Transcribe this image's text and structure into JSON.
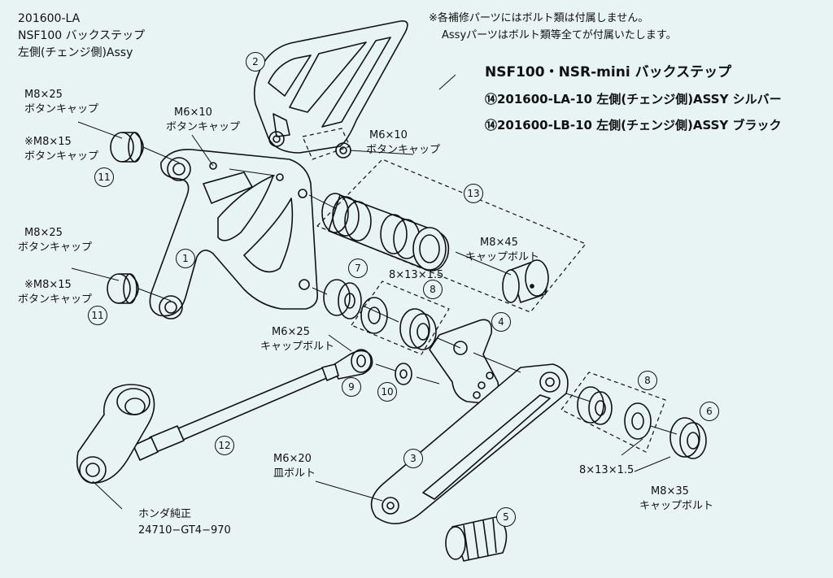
{
  "header": {
    "code": "201600-LA",
    "model_line": "NSF100 バックステップ",
    "side_line": "左側(チェンジ側)Assy"
  },
  "notes": {
    "line1": "※各補修パーツにはボルト類は付属しません。",
    "line2": "Assyパーツはボルト類等全てが付属いたします。"
  },
  "product": {
    "title": "NSF100・NSR-mini バックステップ",
    "items": [
      "⑭201600-LA-10 左側(チェンジ側)ASSY シルバー",
      "⑭201600-LB-10 左側(チェンジ側)ASSY ブラック"
    ]
  },
  "labels": {
    "m8x25_top_a": "M8×25",
    "m8x25_top_b": "ボタンキャップ",
    "m8x15_top_a": "※M8×15",
    "m8x15_top_b": "ボタンキャップ",
    "m6x10_left_a": "M6×10",
    "m6x10_left_b": "ボタンキャップ",
    "m6x10_right_a": "M6×10",
    "m6x10_right_b": "ボタンキャップ",
    "m8x25_mid_a": "M8×25",
    "m8x25_mid_b": "ボタンキャップ",
    "m8x15_mid_a": "※M8×15",
    "m8x15_mid_b": "ボタンキャップ",
    "m8x45_a": "M8×45",
    "m8x45_b": "キャップボルト",
    "spacer_top": "8×13×1.5",
    "m6x25_a": "M6×25",
    "m6x25_b": "キャップボルト",
    "m6x20_a": "M6×20",
    "m6x20_b": "皿ボルト",
    "spacer_bottom": "8×13×1.5",
    "m8x35_a": "M8×35",
    "m8x35_b": "キャップボルト",
    "honda_a": "ホンダ純正",
    "honda_b": "24710−GT4−970"
  },
  "callouts": [
    "1",
    "2",
    "3",
    "4",
    "5",
    "6",
    "7",
    "8",
    "8",
    "9",
    "10",
    "11",
    "11",
    "12",
    "13"
  ]
}
